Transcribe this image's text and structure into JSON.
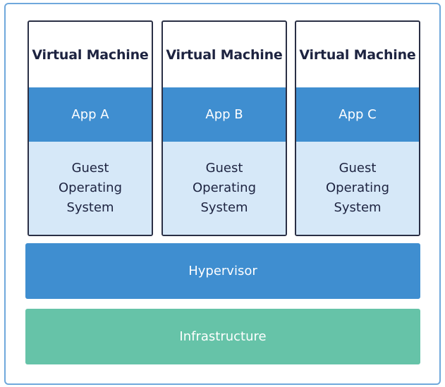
{
  "virtual_machines": [
    {
      "title": "Virtual Machine",
      "app": "App A",
      "os": "Guest Operating System"
    },
    {
      "title": "Virtual Machine",
      "app": "App B",
      "os": "Guest Operating System"
    },
    {
      "title": "Virtual Machine",
      "app": "App C",
      "os": "Guest Operating System"
    }
  ],
  "layers": {
    "hypervisor": "Hypervisor",
    "infrastructure": "Infrastructure"
  },
  "colors": {
    "frame_border": "#6fa8dc",
    "vm_border": "#2a2f45",
    "app_fill": "#3f8ed0",
    "os_fill": "#d6e8f8",
    "hypervisor_fill": "#3f8ed0",
    "infrastructure_fill": "#66c3a8",
    "title_text": "#1d2340"
  }
}
